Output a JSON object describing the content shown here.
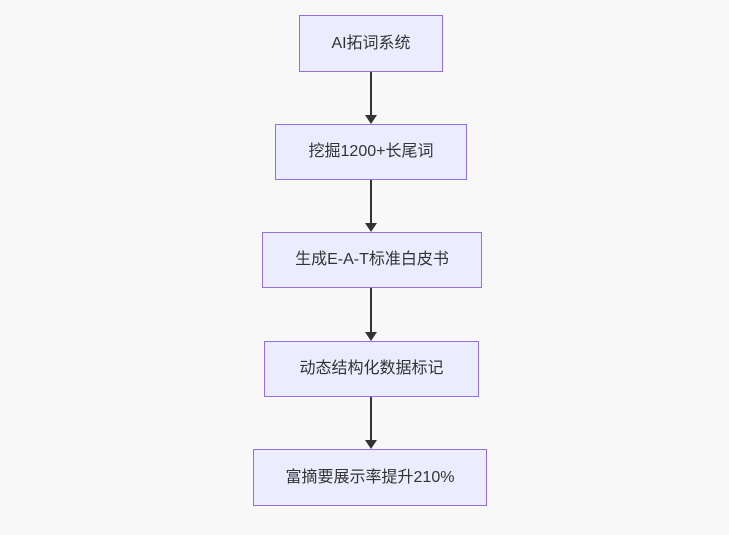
{
  "flowchart": {
    "type": "flowchart",
    "direction": "top-down",
    "nodes": [
      {
        "id": "node-1",
        "label": "AI拓词系统"
      },
      {
        "id": "node-2",
        "label": "挖掘1200+长尾词"
      },
      {
        "id": "node-3",
        "label": "生成E-A-T标准白皮书"
      },
      {
        "id": "node-4",
        "label": "动态结构化数据标记"
      },
      {
        "id": "node-5",
        "label": "富摘要展示率提升210%"
      }
    ],
    "edges": [
      {
        "from": "node-1",
        "to": "node-2",
        "style": "arrow-down"
      },
      {
        "from": "node-2",
        "to": "node-3",
        "style": "arrow-down"
      },
      {
        "from": "node-3",
        "to": "node-4",
        "style": "arrow-down"
      },
      {
        "from": "node-4",
        "to": "node-5",
        "style": "arrow-down"
      }
    ],
    "colors": {
      "node_fill": "#ECECFF",
      "node_border": "#9370DB",
      "text": "#333333",
      "arrow": "#333333",
      "background": "#F8F8F8"
    }
  }
}
